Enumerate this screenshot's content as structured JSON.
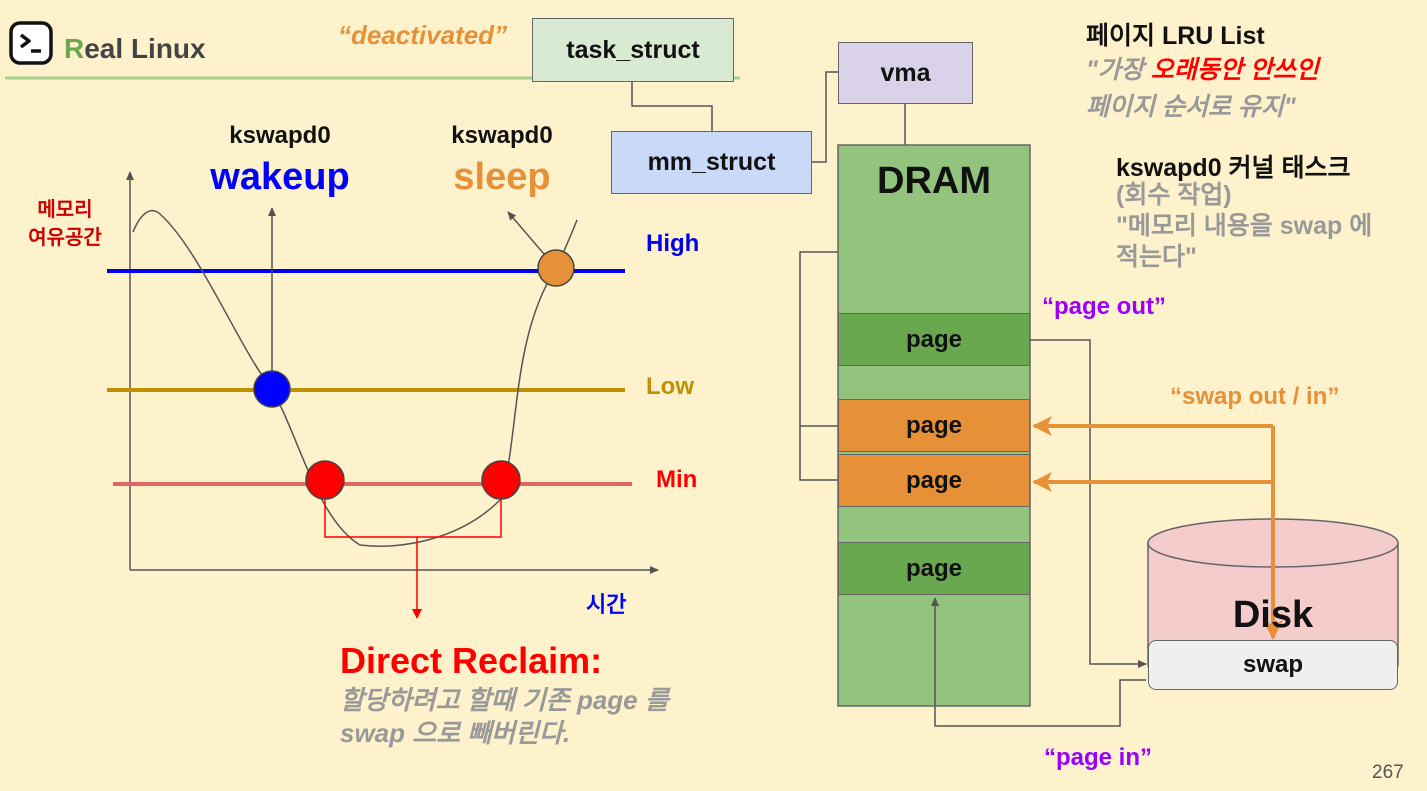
{
  "header": {
    "title_initial": "R",
    "title_rest": "eal Linux",
    "deactivated": "“deactivated”"
  },
  "graph": {
    "left_label": "kswapd0",
    "left_state": "wakeup",
    "right_label": "kswapd0",
    "right_state": "sleep",
    "y_axis_label_line1": "메모리",
    "y_axis_label_line2": "여유공간",
    "x_axis_label": "시간",
    "levels": {
      "high": "High",
      "low": "Low",
      "min": "Min"
    }
  },
  "direct_reclaim": {
    "title": "Direct Reclaim:",
    "desc_line1": "할당하려고 할때 기존 page 를",
    "desc_line2": "swap 으로 빼버린다."
  },
  "structs": {
    "task": "task_struct",
    "mm": "mm_struct",
    "vma": "vma"
  },
  "memory": {
    "dram": "DRAM",
    "pages": [
      "page",
      "page",
      "page",
      "page"
    ],
    "page_out": "“page out”",
    "swap_out_in": "“swap out / in”",
    "page_in": "“page in”",
    "disk": "Disk",
    "swap": "swap"
  },
  "notes": {
    "lru_title": "페이지 LRU List",
    "lru_quote_a": "\"가장 ",
    "lru_quote_highlight": "오래동안 안쓰인",
    "lru_quote_b": "페이지 순서로 유지\"",
    "kswapd_title": "kswapd0 커널 태스크",
    "kswapd_sub": "(회수 작업)",
    "kswapd_quote_line1": "\"메모리 내용을 swap 에",
    "kswapd_quote_line2": "적는다\""
  },
  "page_number": "267",
  "colors": {
    "background": "#fdf2cc",
    "high": "#0000ee",
    "low": "#c09000",
    "min": "#e06666",
    "blue_text": "#0000ff",
    "orange": "#e69138",
    "red": "#ff0000",
    "purple": "#9900ff",
    "dram": "#93c47d",
    "page_green": "#6aa84f",
    "task_bg": "#d9ead3",
    "mm_bg": "#c9daf8",
    "vma_bg": "#d9d2e9",
    "disk": "#f4cccc",
    "swap_bg": "#efefef",
    "gray_text": "#999999"
  }
}
